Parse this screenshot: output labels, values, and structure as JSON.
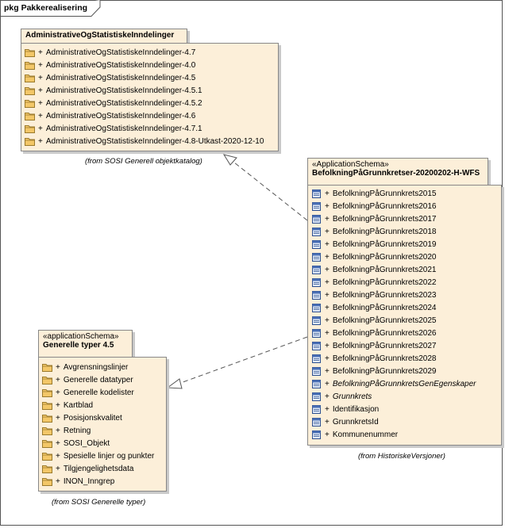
{
  "frame": {
    "title": "pkg Pakkerealisering"
  },
  "packages": {
    "admin": {
      "name": "AdministrativeOgStatistiskeInndelinger",
      "from_note": "(from SOSI Generell objektkatalog)",
      "items": [
        {
          "prefix": "+",
          "label": "AdministrativeOgStatistiskeInndelinger-4.7"
        },
        {
          "prefix": "+",
          "label": "AdministrativeOgStatistiskeInndelinger-4.0"
        },
        {
          "prefix": "+",
          "label": "AdministrativeOgStatistiskeInndelinger-4.5"
        },
        {
          "prefix": "+",
          "label": "AdministrativeOgStatistiskeInndelinger-4.5.1"
        },
        {
          "prefix": "+",
          "label": "AdministrativeOgStatistiskeInndelinger-4.5.2"
        },
        {
          "prefix": "+",
          "label": "AdministrativeOgStatistiskeInndelinger-4.6"
        },
        {
          "prefix": "+",
          "label": "AdministrativeOgStatistiskeInndelinger-4.7.1"
        },
        {
          "prefix": "+",
          "label": "AdministrativeOgStatistiskeInndelinger-4.8-Utkast-2020-12-10"
        }
      ]
    },
    "befolkning": {
      "stereotype": "«ApplicationSchema»",
      "name": "BefolkningPåGrunnkretser-20200202-H-WFS",
      "from_note": "(from HistoriskeVersjoner)",
      "items": [
        {
          "prefix": "+",
          "label": "BefolkningPåGrunnkrets2015"
        },
        {
          "prefix": "+",
          "label": "BefolkningPåGrunnkrets2016"
        },
        {
          "prefix": "+",
          "label": "BefolkningPåGrunnkrets2017"
        },
        {
          "prefix": "+",
          "label": "BefolkningPåGrunnkrets2018"
        },
        {
          "prefix": "+",
          "label": "BefolkningPåGrunnkrets2019"
        },
        {
          "prefix": "+",
          "label": "BefolkningPåGrunnkrets2020"
        },
        {
          "prefix": "+",
          "label": "BefolkningPåGrunnkrets2021"
        },
        {
          "prefix": "+",
          "label": "BefolkningPåGrunnkrets2022"
        },
        {
          "prefix": "+",
          "label": "BefolkningPåGrunnkrets2023"
        },
        {
          "prefix": "+",
          "label": "BefolkningPåGrunnkrets2024"
        },
        {
          "prefix": "+",
          "label": "BefolkningPåGrunnkrets2025"
        },
        {
          "prefix": "+",
          "label": "BefolkningPåGrunnkrets2026"
        },
        {
          "prefix": "+",
          "label": "BefolkningPåGrunnkrets2027"
        },
        {
          "prefix": "+",
          "label": "BefolkningPåGrunnkrets2028"
        },
        {
          "prefix": "+",
          "label": "BefolkningPåGrunnkrets2029"
        },
        {
          "prefix": "+",
          "label": "BefolkningPåGrunnkretsGenEgenskaper",
          "italic": true
        },
        {
          "prefix": "+",
          "label": "Grunnkrets",
          "italic": true
        },
        {
          "prefix": "+",
          "label": "Identifikasjon"
        },
        {
          "prefix": "+",
          "label": "GrunnkretsId"
        },
        {
          "prefix": "+",
          "label": "Kommunenummer"
        }
      ]
    },
    "generelle": {
      "stereotype": "«applicationSchema»",
      "name": "Generelle typer 4.5",
      "from_note": "(from SOSI Generelle typer)",
      "items": [
        {
          "prefix": "+",
          "label": "Avgrensningslinjer"
        },
        {
          "prefix": "+",
          "label": "Generelle datatyper"
        },
        {
          "prefix": "+",
          "label": "Generelle kodelister"
        },
        {
          "prefix": "+",
          "label": "Kartblad"
        },
        {
          "prefix": "+",
          "label": "Posisjonskvalitet"
        },
        {
          "prefix": "+",
          "label": "Retning"
        },
        {
          "prefix": "+",
          "label": "SOSI_Objekt"
        },
        {
          "prefix": "+",
          "label": "Spesielle linjer og punkter"
        },
        {
          "prefix": "+",
          "label": "Tilgjengelighetsdata"
        },
        {
          "prefix": "+",
          "label": "INON_Inngrep"
        }
      ]
    }
  },
  "icons": {
    "package": "folder-icon",
    "class": "class-icon"
  },
  "colors": {
    "package_fill": "#fcefd9",
    "border": "#888888",
    "folder_fill": "#f3c768",
    "class_fill": "#4a6fb5"
  }
}
